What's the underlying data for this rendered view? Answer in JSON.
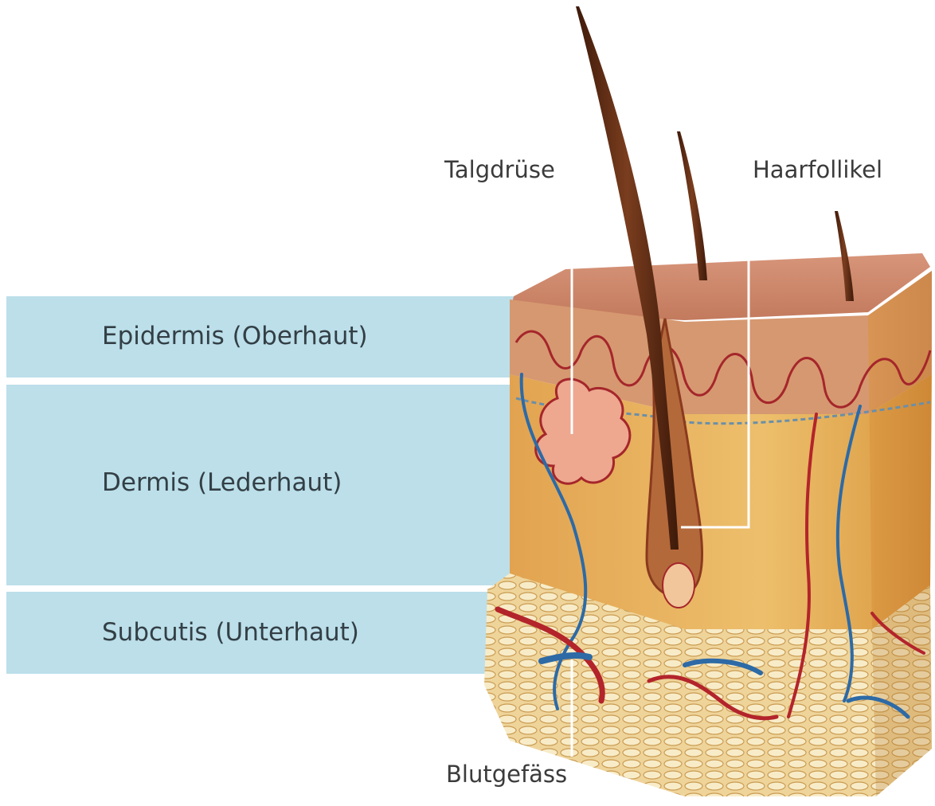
{
  "diagram": {
    "layers": [
      {
        "id": "epidermis",
        "label": "Epidermis (Oberhaut)"
      },
      {
        "id": "dermis",
        "label": "Dermis (Lederhaut)"
      },
      {
        "id": "subcutis",
        "label": "Subcutis (Unterhaut)"
      }
    ],
    "callouts": {
      "sebaceous_gland": "Talgdrüse",
      "hair_follicle": "Haarfollikel",
      "blood_vessel": "Blutgefäss"
    },
    "colors": {
      "band": "#bcdfea",
      "skin_surface": "#d08a6c",
      "dermis": "#e8b35c",
      "subcutis_fat": "#efd9a0",
      "artery": "#b3242b",
      "vein": "#2d6aa6",
      "hair": "#5a2a14"
    }
  }
}
